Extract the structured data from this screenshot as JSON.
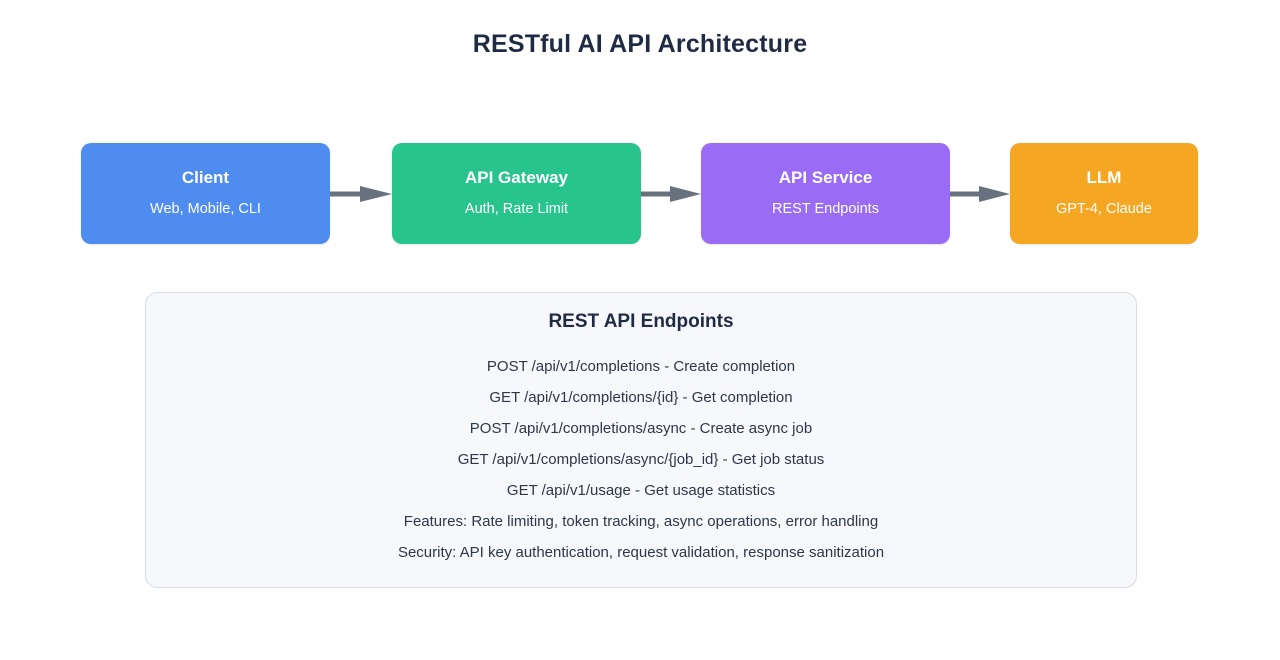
{
  "title": "RESTful AI API Architecture",
  "colors": {
    "title_text": "#1f2a44",
    "client": "#4f8cf0",
    "gateway": "#27c48e",
    "service": "#9a6bf5",
    "llm": "#f5a623",
    "arrow": "#68727f",
    "panel_bg": "#f7f8fb",
    "panel_border": "#d9dce5",
    "panel_text": "#2d3748"
  },
  "flow": {
    "nodes": [
      {
        "name": "client",
        "title": "Client",
        "subtitle": "Web, Mobile, CLI"
      },
      {
        "name": "gateway",
        "title": "API Gateway",
        "subtitle": "Auth, Rate Limit"
      },
      {
        "name": "service",
        "title": "API Service",
        "subtitle": "REST Endpoints"
      },
      {
        "name": "llm",
        "title": "LLM",
        "subtitle": "GPT-4, Claude"
      }
    ],
    "connectors": [
      {
        "name": "arrow-client-to-gateway",
        "icon": "arrow-right-icon"
      },
      {
        "name": "arrow-gateway-to-service",
        "icon": "arrow-right-icon"
      },
      {
        "name": "arrow-service-to-llm",
        "icon": "arrow-right-icon"
      }
    ]
  },
  "panel": {
    "title": "REST API Endpoints",
    "lines": [
      "POST /api/v1/completions - Create completion",
      "GET /api/v1/completions/{id} - Get completion",
      "POST /api/v1/completions/async - Create async job",
      "GET /api/v1/completions/async/{job_id} - Get job status",
      "GET /api/v1/usage - Get usage statistics",
      "Features: Rate limiting, token tracking, async operations, error handling",
      "Security: API key authentication, request validation, response sanitization"
    ]
  }
}
